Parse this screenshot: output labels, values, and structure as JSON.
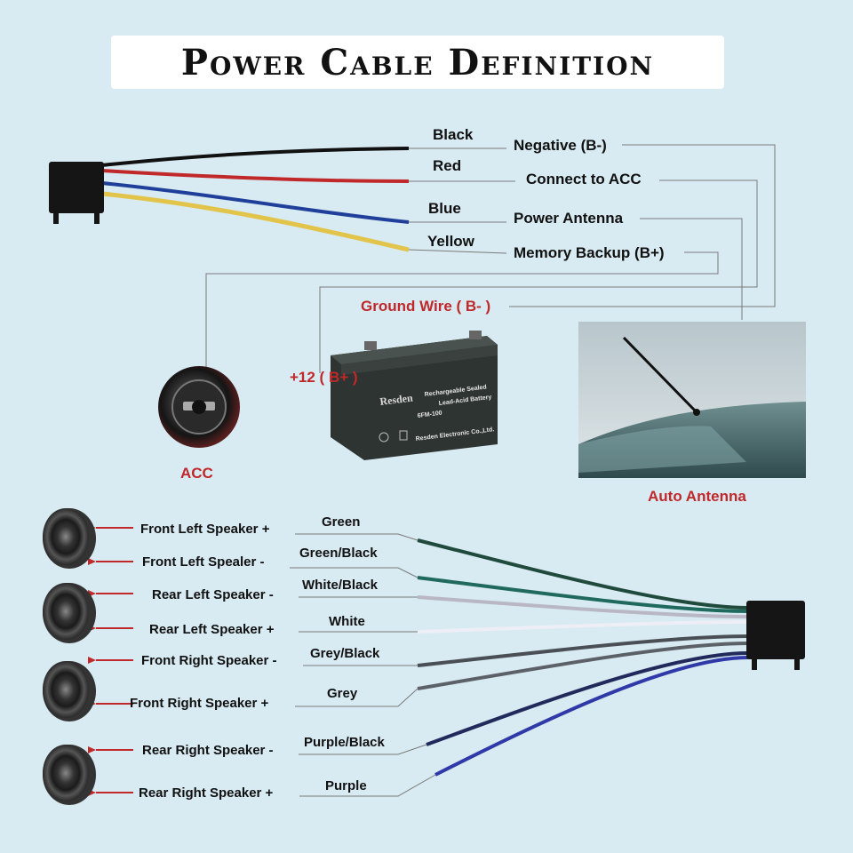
{
  "title": "Power Cable Definition",
  "power_wires": [
    {
      "color_name": "Black",
      "function": "Negative (B-)",
      "hex": "#111111"
    },
    {
      "color_name": "Red",
      "function": "Connect to ACC",
      "hex": "#c0282a"
    },
    {
      "color_name": "Blue",
      "function": "Power Antenna",
      "hex": "#1f3f9a"
    },
    {
      "color_name": "Yellow",
      "function": "Memory Backup (B+)",
      "hex": "#e3c44a"
    }
  ],
  "components": {
    "ground_label": "Ground Wire ( B- )",
    "battery_terminal_label": "+12 ( B+ )",
    "acc_label": "ACC",
    "antenna_label": "Auto Antenna",
    "battery_brand": "Resden",
    "battery_line1": "Rechargeable Sealed",
    "battery_line2": "Lead-Acid Battery",
    "battery_model": "6FM-100",
    "battery_maker": "Resden Electronic Co.,Ltd."
  },
  "speaker_wires": [
    {
      "label": "Front Left Speaker +",
      "wire": "Green",
      "hex": "#1f4a3c",
      "stripe": ""
    },
    {
      "label": "Front Left Spealer -",
      "wire": "Green/Black",
      "hex": "#1f6a5c",
      "stripe": ""
    },
    {
      "label": "Rear Left Speaker -",
      "wire": "White/Black",
      "hex": "#b9b7c4",
      "stripe": ""
    },
    {
      "label": "Rear Left Speaker +",
      "wire": "White",
      "hex": "#eeeef6",
      "stripe": ""
    },
    {
      "label": "Front Right Speaker -",
      "wire": "Grey/Black",
      "hex": "#4a4f55",
      "stripe": ""
    },
    {
      "label": "Front Right Speaker +",
      "wire": "Grey",
      "hex": "#5c6168",
      "stripe": ""
    },
    {
      "label": "Rear Right Speaker -",
      "wire": "Purple/Black",
      "hex": "#222a5c",
      "stripe": ""
    },
    {
      "label": "Rear Right Speaker +",
      "wire": "Purple",
      "hex": "#2f3aa8",
      "stripe": ""
    }
  ],
  "colors": {
    "background": "#d8eaf2",
    "callout_red": "#c0282a",
    "leader_line": "#7a7a7a"
  }
}
